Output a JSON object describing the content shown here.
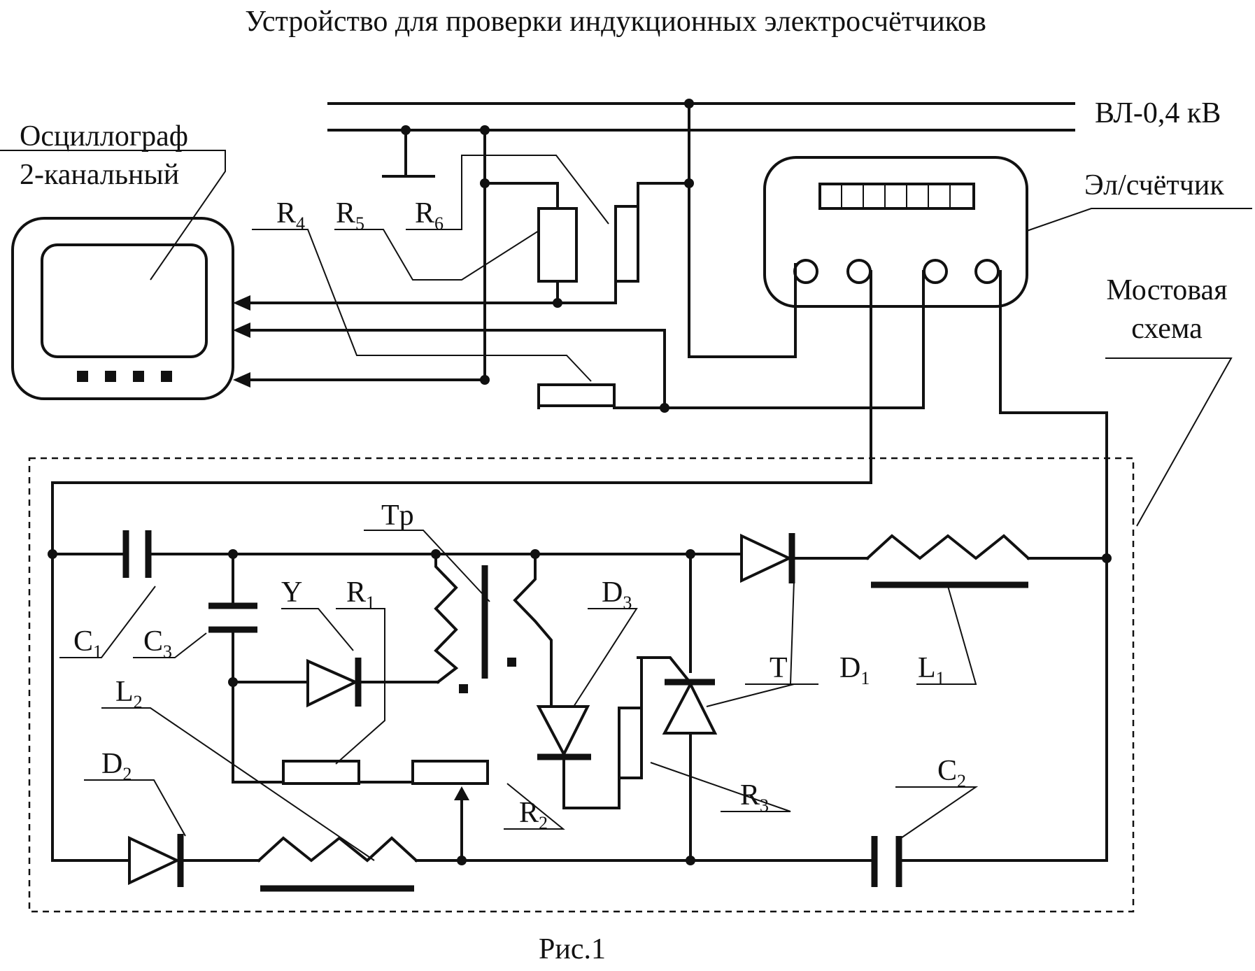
{
  "title": "Устройство для проверки индукционных электросчётчиков",
  "caption": "Рис.1",
  "labels": {
    "oscilloscope_line1": "Осциллограф",
    "oscilloscope_line2": "2-канальный",
    "power_line": "ВЛ-0,4 кВ",
    "meter": "Эл/счётчик",
    "bridge_line1": "Мостовая",
    "bridge_line2": "схема"
  },
  "components": [
    {
      "id": "R4",
      "letter": "R",
      "sub": "4"
    },
    {
      "id": "R5",
      "letter": "R",
      "sub": "5"
    },
    {
      "id": "R6",
      "letter": "R",
      "sub": "6"
    },
    {
      "id": "Tp",
      "letter": "Tp",
      "sub": ""
    },
    {
      "id": "Y",
      "letter": "Y",
      "sub": ""
    },
    {
      "id": "R1",
      "letter": "R",
      "sub": "1"
    },
    {
      "id": "D3",
      "letter": "D",
      "sub": "3"
    },
    {
      "id": "C1",
      "letter": "C",
      "sub": "1"
    },
    {
      "id": "C3",
      "letter": "C",
      "sub": "3"
    },
    {
      "id": "T",
      "letter": "T",
      "sub": ""
    },
    {
      "id": "D1",
      "letter": "D",
      "sub": "1"
    },
    {
      "id": "L1",
      "letter": "L",
      "sub": "1"
    },
    {
      "id": "L2",
      "letter": "L",
      "sub": "2"
    },
    {
      "id": "D2",
      "letter": "D",
      "sub": "2"
    },
    {
      "id": "R2",
      "letter": "R",
      "sub": "2"
    },
    {
      "id": "R3",
      "letter": "R",
      "sub": "3"
    },
    {
      "id": "C2",
      "letter": "C",
      "sub": "2"
    }
  ]
}
